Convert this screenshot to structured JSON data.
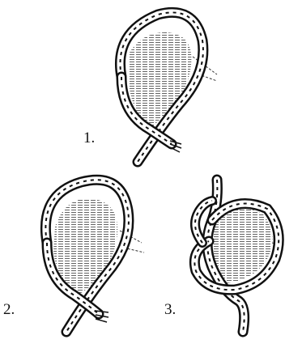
{
  "steps": [
    {
      "label": "1."
    },
    {
      "label": "2."
    },
    {
      "label": "3."
    }
  ]
}
